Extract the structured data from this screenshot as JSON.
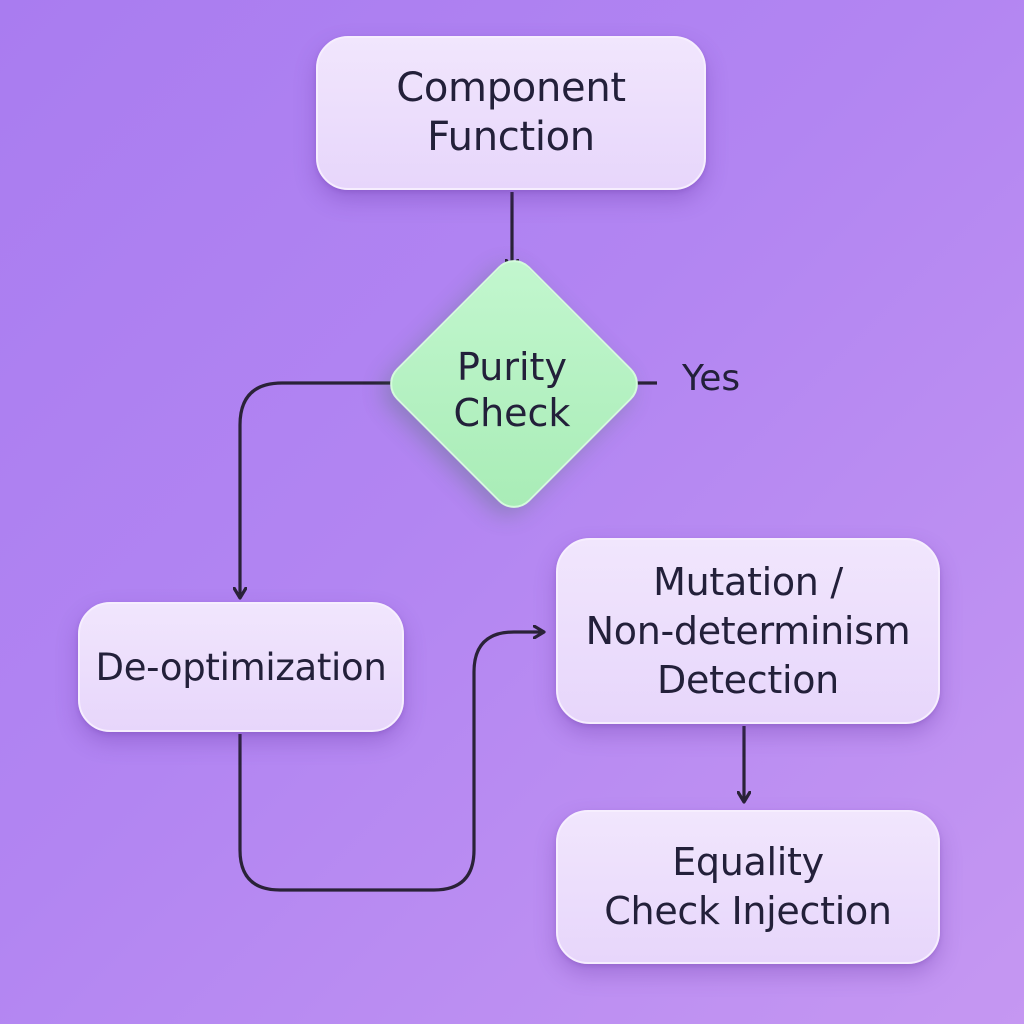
{
  "nodes": {
    "component_function": "Component\nFunction",
    "purity_check": "Purity\nCheck",
    "deoptimization": "De-optimization",
    "mutation_detection": "Mutation /\nNon-determinism\nDetection",
    "equality_check_injection": "Equality\nCheck Injection"
  },
  "edges": {
    "yes_label": "Yes"
  },
  "colors": {
    "background": "#b285f2",
    "node_fill": "#ecdcfc",
    "decision_fill": "#b3f0c0",
    "connector": "#2a2238",
    "text": "#23203a"
  }
}
